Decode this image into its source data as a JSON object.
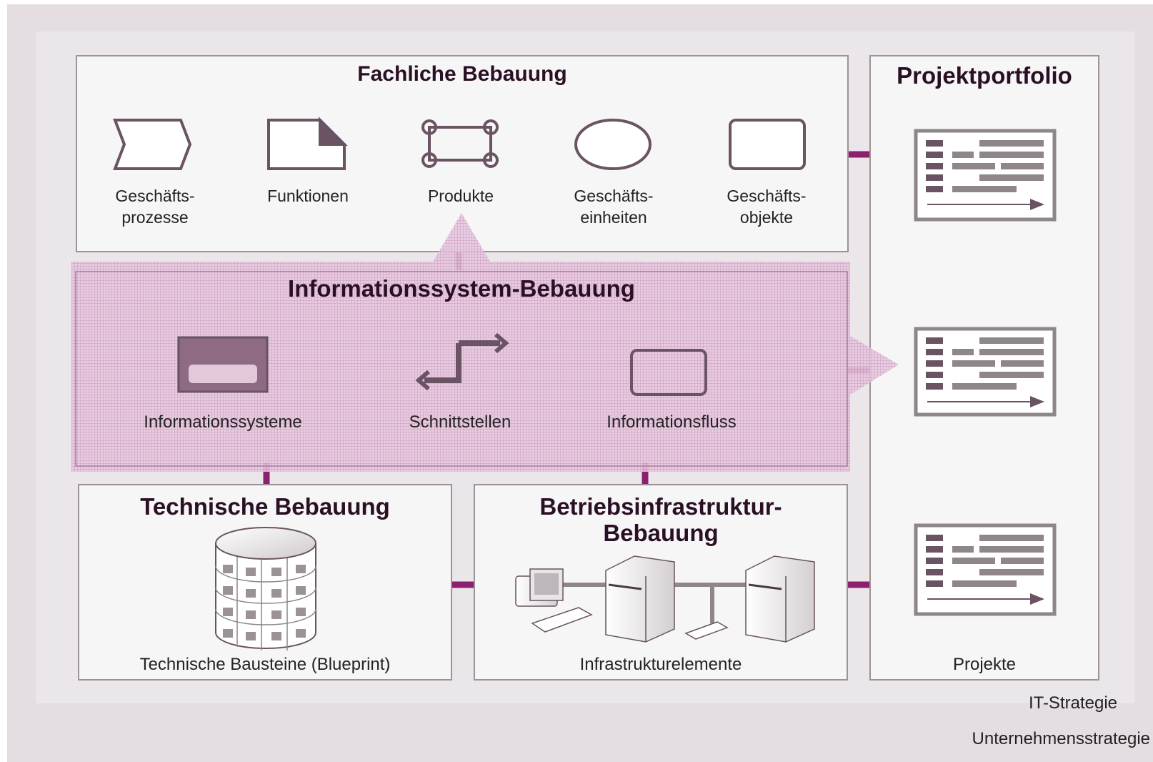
{
  "colors": {
    "outer_bg": "#e4dde1",
    "inner_bg": "#ebe6e9",
    "box_fill": "#f7f6f7",
    "box_stroke": "#9b9396",
    "connector": "#8c1f6e",
    "icon_dark": "#6a5362",
    "overlay": "#c98fbe"
  },
  "fachliche": {
    "title": "Fachliche Bebauung",
    "items": [
      {
        "label": "Geschäfts-\nprozesse",
        "icon": "process-chevron-icon"
      },
      {
        "label": "Funktionen",
        "icon": "function-document-icon"
      },
      {
        "label": "Produkte",
        "icon": "product-frame-icon"
      },
      {
        "label": "Geschäfts-\neinheiten",
        "icon": "business-unit-ellipse-icon"
      },
      {
        "label": "Geschäfts-\nobjekte",
        "icon": "business-object-rectangle-icon"
      }
    ]
  },
  "infosystem": {
    "title": "Informationssystem-Bebauung",
    "items": [
      {
        "label": "Informationssysteme",
        "icon": "information-system-icon"
      },
      {
        "label": "Schnittstellen",
        "icon": "interface-arrows-icon"
      },
      {
        "label": "Informationsfluss",
        "icon": "information-flow-icon"
      }
    ]
  },
  "technische": {
    "title": "Technische Bebauung",
    "label": "Technische Bausteine (Blueprint)",
    "icon": "blueprint-database-icon"
  },
  "betrieb": {
    "title_line1": "Betriebsinfrastruktur-",
    "title_line2": "Bebauung",
    "label": "Infrastrukturelemente",
    "icon": "infrastructure-network-icon"
  },
  "portfolio": {
    "title": "Projektportfolio",
    "label": "Projekte",
    "icon": "gantt-chart-icon"
  },
  "footer": {
    "it_strategy": "IT-Strategie",
    "corporate_strategy": "Unternehmensstrategie"
  }
}
